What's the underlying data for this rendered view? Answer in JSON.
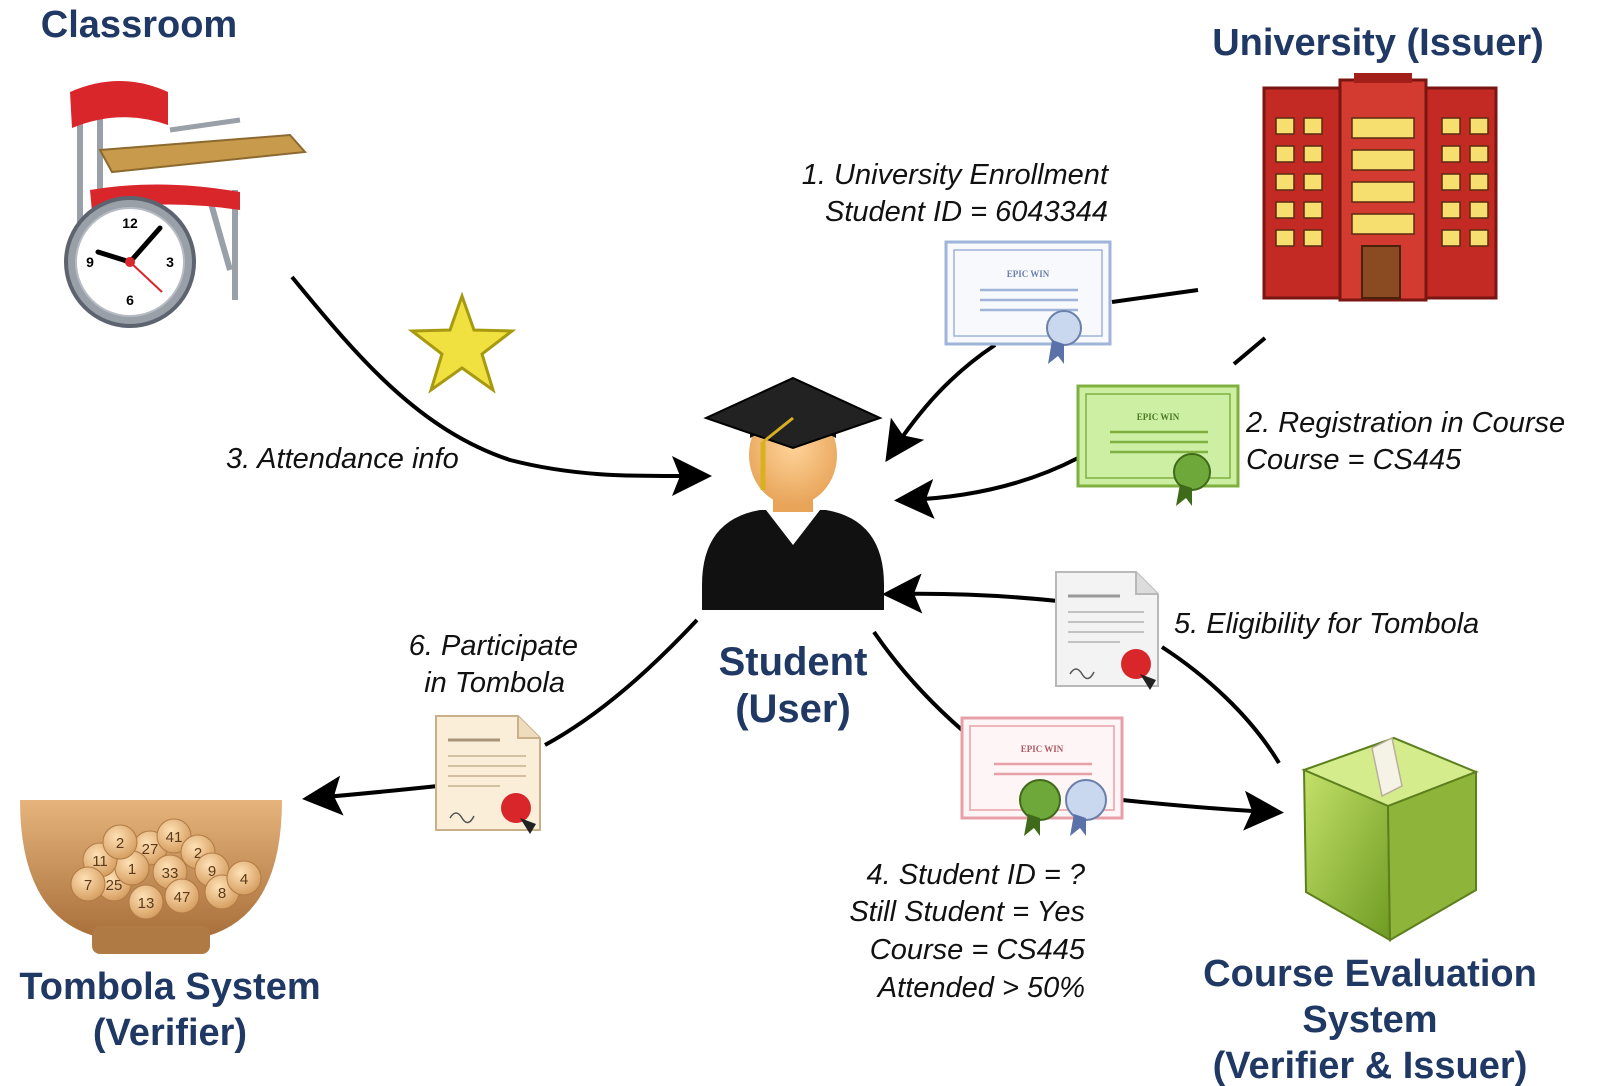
{
  "nodes": {
    "classroom": {
      "title": "Classroom"
    },
    "university": {
      "title": "University (Issuer)"
    },
    "student": {
      "title_line1": "Student",
      "title_line2": "(User)"
    },
    "tombola": {
      "title_line1": "Tombola System",
      "title_line2": "(Verifier)"
    },
    "course_eval": {
      "title_line1": "Course Evaluation",
      "title_line2": "System",
      "title_line3": "(Verifier & Issuer)"
    }
  },
  "steps": {
    "s1": {
      "line1": "1. University Enrollment",
      "line2": "Student ID = 6043344"
    },
    "s2": {
      "line1": "2. Registration in Course",
      "line2": "Course = CS445"
    },
    "s3": {
      "line1": "3. Attendance info"
    },
    "s4": {
      "line1": "4. Student ID = ?",
      "line2": "Still Student = Yes",
      "line3": "Course = CS445",
      "line4": "Attended > 50%"
    },
    "s5": {
      "line1": "5. Eligibility for Tombola"
    },
    "s6": {
      "line1": "6. Participate",
      "line2": "in Tombola"
    }
  },
  "certificates": {
    "enrollment": {
      "banner": "EPIC WIN"
    },
    "registration": {
      "banner": "EPIC WIN"
    },
    "combined": {
      "banner": "EPIC WIN"
    }
  },
  "tombola_balls": [
    "27",
    "41",
    "2",
    "33",
    "9",
    "13",
    "47",
    "8",
    "4",
    "25",
    "1",
    "11",
    "7",
    "2"
  ],
  "clock_numbers": [
    "12",
    "3",
    "6",
    "9"
  ],
  "colors": {
    "title": "#1f3864",
    "building": "#c42a24",
    "ballot_box": "#9dc143",
    "cert_blue": "#9fb4d8",
    "cert_green": "#b7e08b",
    "cert_pink": "#e8a0a8",
    "star": "#f0e040",
    "bowl": "#d9a36c"
  }
}
